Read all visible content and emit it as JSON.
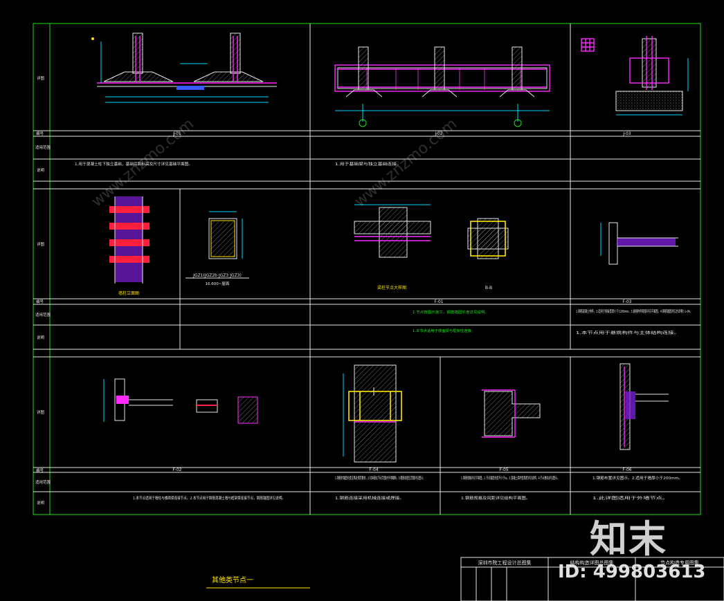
{
  "row_labels": {
    "detail": "详图",
    "number": "编号",
    "applicable": "适用范围",
    "note": "说明"
  },
  "cells": [
    {
      "code": "J-01",
      "note": "1.用于混凝土柱下独立基础，基础底面标高及尺寸详见基础平面图。",
      "applicable": ""
    },
    {
      "code": "J-02",
      "note": "1.用于基础梁与独立基础连接。",
      "applicable": ""
    },
    {
      "code": "J-03",
      "note": "",
      "applicable": ""
    },
    {
      "code": "F-01",
      "note": "1.本节点适用于楼面梁与框架柱连接。",
      "applicable": "1.节点按图示施工，钢筋锚固长度详见说明。"
    },
    {
      "code": "F-03",
      "note": "1.本节点用于悬挑构件与主体结构连接。",
      "applicable": "1.钢筋混凝土构件。2.适用于挑板宽度小于1200mm。3.悬挑构件配筋详见平面图。4.钢筋锚固详见总说明C-L-04。"
    },
    {
      "code": "F-02",
      "note": "1.本节点适用于墙柱与楼面梁连接节点。2.本节点用于钢筋混凝土墙与框架梁连接节点，钢筋锚固详见说明。",
      "applicable": ""
    },
    {
      "code": "F-04",
      "note": "1.钢筋连接采用机械连接或焊接。",
      "applicable": "1.钢筋的锚固长度应满足规范要求。2.柱纵筋在节点范围内不得截断。3.箍筋加密区范围详见图示。"
    },
    {
      "code": "F-05",
      "note": "1.钢筋规格及间距详见结构平面图。",
      "applicable": "1.钢筋规格详见平面图。2.节点锚固长度不小于la。3.混凝土保护层厚度详见说明。4.节点做法详见图示。"
    },
    {
      "code": "F-06",
      "note": "1.此详图适用于外墙节点。",
      "applicable": "1.钢筋布置详见图示。2.适用于墙厚小于200mm。"
    }
  ],
  "detail_labels": {
    "column_elev": "墙柱立面图",
    "section_kz": "JGZ1(JGZ2b JGZ3 JGZ3)",
    "level": "16.600~屋面",
    "beam_col": "梁柱节点大样图",
    "section_bb": "B-B"
  },
  "sheet_title": "其他类节点一",
  "title_block": {
    "col1": "深圳市院工程设计总图集",
    "col2": "结构构造详图总图集",
    "col3": "节点构造专用图集"
  },
  "watermark": {
    "brand": "知末",
    "id": "ID: 499803613",
    "site": "www.znzmo.com"
  },
  "colors": {
    "frame": "#19e619",
    "line": "#e8e8e8",
    "dim": "#00d8ff",
    "rebar": "#ff2bff",
    "steel": "#ffe600",
    "brick": "#ff1e3c"
  }
}
